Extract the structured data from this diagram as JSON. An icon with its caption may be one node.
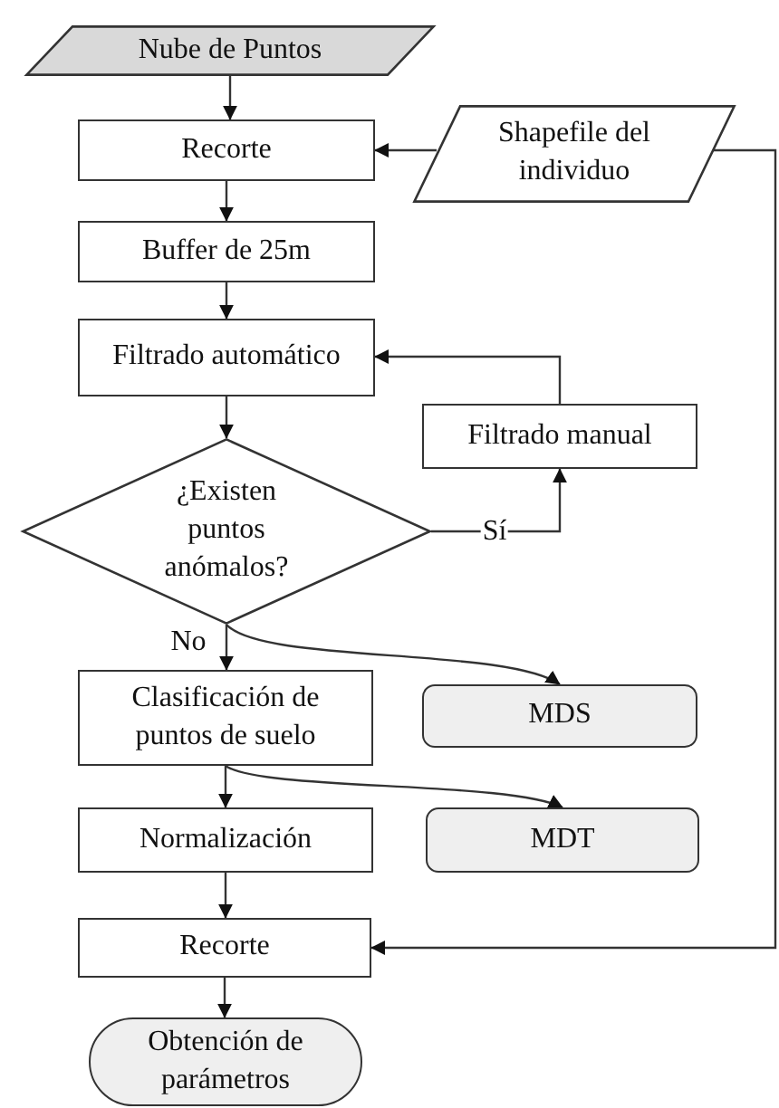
{
  "diagram": {
    "nodes": [
      {
        "text": [
          "Nube de Puntos"
        ]
      },
      {
        "text": [
          "Recorte"
        ]
      },
      {
        "text": [
          "Shapefile del individuo"
        ]
      },
      {
        "text": [
          "Buffer de 25m"
        ]
      },
      {
        "text": [
          "Filtrado automático"
        ]
      },
      {
        "text": [
          "Filtrado manual"
        ]
      },
      {
        "text": [
          "¿Existen puntos anómalos?"
        ]
      },
      {
        "text": [
          "Clasificación de puntos de suelo"
        ]
      },
      {
        "text": [
          "MDS"
        ]
      },
      {
        "text": [
          "Normalización"
        ]
      },
      {
        "text": [
          "MDT"
        ]
      },
      {
        "text": [
          "Recorte"
        ]
      },
      {
        "text": [
          "Obtención de parámetros"
        ]
      }
    ],
    "edges": [
      {
        "from": 0,
        "to": 1,
        "arrow": "to"
      },
      {
        "from": 2,
        "to": 1,
        "arrow": "to"
      },
      {
        "from": 1,
        "to": 3,
        "arrow": "to"
      },
      {
        "from": 3,
        "to": 4,
        "arrow": "to"
      },
      {
        "from": 4,
        "to": 6,
        "arrow": "to"
      },
      {
        "from": 6,
        "to": 5,
        "arrow": "to",
        "label": "Sí"
      },
      {
        "from": 5,
        "to": 4,
        "arrow": "to"
      },
      {
        "from": 6,
        "to": 7,
        "arrow": "to",
        "label": "No"
      },
      {
        "from": 6,
        "to": 8,
        "arrow": "to"
      },
      {
        "from": 7,
        "to": 9,
        "arrow": "to"
      },
      {
        "from": 7,
        "to": 10,
        "arrow": "to"
      },
      {
        "from": 9,
        "to": 11,
        "arrow": "to"
      },
      {
        "from": 2,
        "to": 11,
        "arrow": "to"
      },
      {
        "from": 11,
        "to": 12,
        "arrow": "to"
      }
    ]
  }
}
